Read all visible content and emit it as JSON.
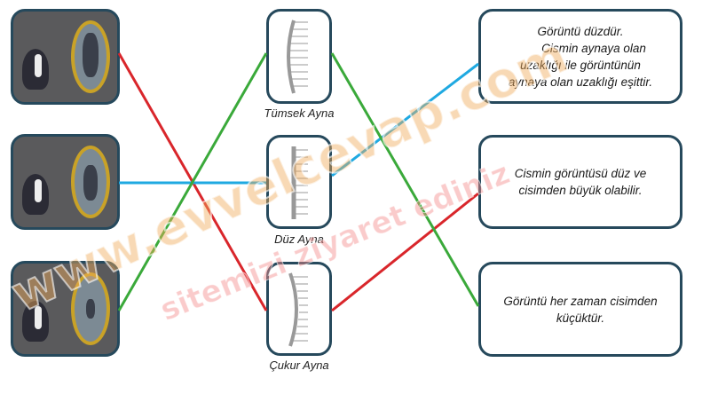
{
  "mirrors": [
    {
      "label": "Tümsek Ayna",
      "type": "convex"
    },
    {
      "label": "Düz Ayna",
      "type": "flat"
    },
    {
      "label": "Çukur Ayna",
      "type": "concave"
    }
  ],
  "descriptions": [
    {
      "lines": [
        "Görüntü düzdür.",
        "Cismin aynaya olan",
        "uzaklığı ile görüntünün",
        "aynaya olan uzaklığı eşittir."
      ]
    },
    {
      "lines": [
        "Cismin görüntüsü düz ve",
        "cisimden büyük olabilir."
      ]
    },
    {
      "lines": [
        "Görüntü her zaman cisimden",
        "küçüktür."
      ]
    }
  ],
  "connections": [
    {
      "from": "image-1",
      "to": "Çukur Ayna",
      "color": "#d9262b"
    },
    {
      "from": "image-2",
      "to": "Düz Ayna",
      "color": "#1fa9e1"
    },
    {
      "from": "image-3",
      "to": "Tümsek Ayna",
      "color": "#3aa93a"
    },
    {
      "from": "Düz Ayna",
      "to": "description-1",
      "color": "#1fa9e1"
    },
    {
      "from": "Çukur Ayna",
      "to": "description-2",
      "color": "#d9262b"
    },
    {
      "from": "Tümsek Ayna",
      "to": "description-3",
      "color": "#3aa93a"
    }
  ],
  "watermark": {
    "line1": "www.evvelcevap.com",
    "line2": "sitemizi ziyaret ediniz"
  }
}
